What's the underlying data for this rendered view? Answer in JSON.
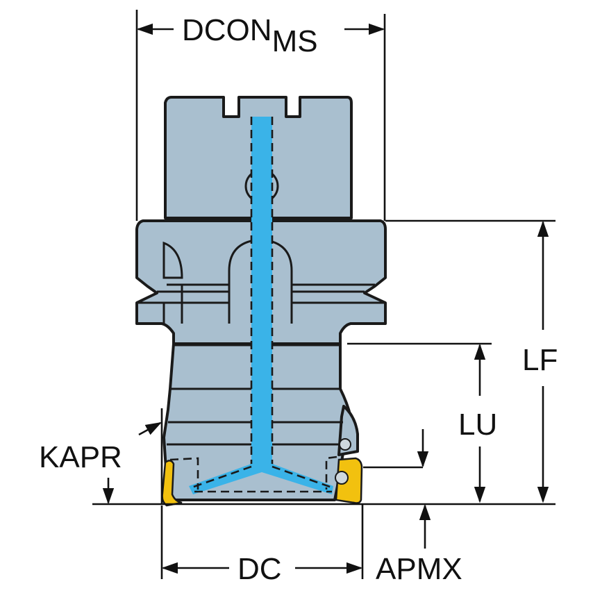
{
  "diagram": {
    "subject": "Face milling cutter with Coromant Capto / HSK-style shank (side view)",
    "colors": {
      "body": "#a9bfcf",
      "coolant_channel": "#3ab3e8",
      "insert": "#f2c10f",
      "outline": "#1a1a1a",
      "background": "#ffffff"
    },
    "labels": {
      "dcon_main": "DCON",
      "dcon_sub": "MS",
      "lf": "LF",
      "lu": "LU",
      "kapr": "KAPR",
      "dc": "DC",
      "apmx": "APMX"
    }
  }
}
